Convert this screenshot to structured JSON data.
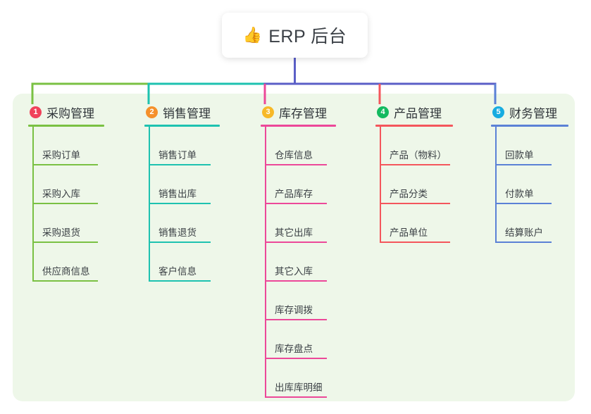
{
  "root": {
    "icon": "thumbs-up-icon",
    "emoji": "👍",
    "title": "ERP 后台"
  },
  "panel": {
    "background_color": "#eef7e9"
  },
  "diagram": {
    "type": "mind-map",
    "root_connector_color": "#5b5fc7",
    "branches": [
      {
        "number": "1",
        "label": "采购管理",
        "badge_color": "#f0425a",
        "line_color": "#7ac143",
        "items": [
          "采购订单",
          "采购入库",
          "采购退货",
          "供应商信息"
        ]
      },
      {
        "number": "2",
        "label": "销售管理",
        "badge_color": "#f5902b",
        "line_color": "#1ec2b0",
        "items": [
          "销售订单",
          "销售出库",
          "销售退货",
          "客户信息"
        ]
      },
      {
        "number": "3",
        "label": "库存管理",
        "badge_color": "#f7b928",
        "line_color": "#ec4899",
        "items": [
          "仓库信息",
          "产品库存",
          "其它出库",
          "其它入库",
          "库存调拨",
          "库存盘点",
          "出库库明细"
        ]
      },
      {
        "number": "4",
        "label": "产品管理",
        "badge_color": "#13ba60",
        "line_color": "#f4565c",
        "items": [
          "产品（物料）",
          "产品分类",
          "产品单位"
        ]
      },
      {
        "number": "5",
        "label": "财务管理",
        "badge_color": "#17ace0",
        "line_color": "#5b81d6",
        "items": [
          "回款单",
          "付款单",
          "结算账户"
        ]
      }
    ]
  }
}
